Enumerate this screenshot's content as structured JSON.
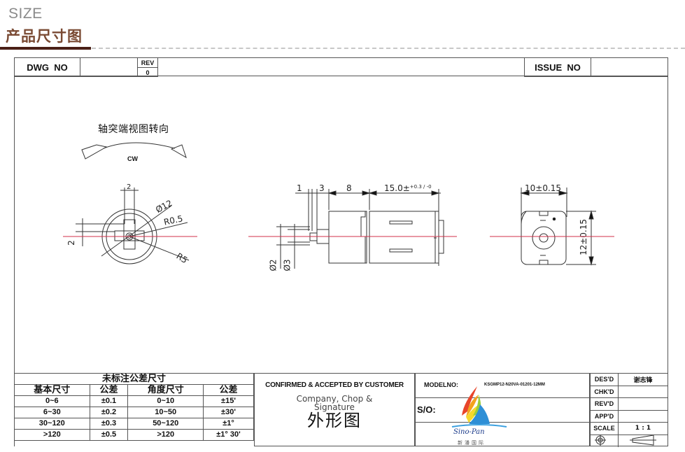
{
  "header": {
    "size_label": "SIZE",
    "title_cn": "产品尺寸图"
  },
  "title_block_top": {
    "dwg_no_label": "DWG  NO",
    "dwg_no_value": "",
    "rev_label": "REV",
    "rev_value": "0",
    "issue_no_label": "ISSUE  NO",
    "issue_no_value": ""
  },
  "drawing": {
    "rotation_title": "轴突端视图转向",
    "rotation_direction": "CW",
    "front_view": {
      "dim_top": "2",
      "dim_left": "2",
      "diameter": "Ø12",
      "radius_small": "R0.5",
      "radius_large": "R5"
    },
    "side_view": {
      "dims_top": [
        "1",
        "3",
        "8",
        "15.0±+0.3/-0"
      ],
      "dim_15_label": "15.0±",
      "dim_15_tol": "+0.3 / -0",
      "shaft_d1": "Ø2",
      "shaft_d2": "Ø3"
    },
    "end_view": {
      "width": "10±0.15",
      "height": "12±0.15"
    },
    "centerline_color": "#d0304a"
  },
  "tolerance_table": {
    "title": "未标注公差尺寸",
    "headers": [
      "基本尺寸",
      "公差",
      "角度尺寸",
      "公差"
    ],
    "rows": [
      [
        "0~6",
        "±0.1",
        "0~10",
        "±15'"
      ],
      [
        "6~30",
        "±0.2",
        "10~50",
        "±30'"
      ],
      [
        "30~120",
        "±0.3",
        "50~120",
        "±1°"
      ],
      [
        ">120",
        "±0.5",
        ">120",
        "±1° 30'"
      ]
    ]
  },
  "confirmation": {
    "heading": "CONFIRMED & ACCEPTED BY CUSTOMER",
    "subtext": "Company, Chop & Signature",
    "drawing_name": "外形图"
  },
  "model": {
    "label": "MODELNO:",
    "value": "KSGMP12-N20VA-01201-12MM",
    "so_label": "S/O:",
    "so_value": ""
  },
  "logo": {
    "text": "Sino-Pan",
    "subtext_cn": "新潘国际"
  },
  "signoff": {
    "rows": [
      {
        "key": "DES'D",
        "value": "谢志锋"
      },
      {
        "key": "CHK'D",
        "value": ""
      },
      {
        "key": "REV'D",
        "value": ""
      },
      {
        "key": "APP'D",
        "value": ""
      },
      {
        "key": "SCALE",
        "value": "1 : 1"
      }
    ],
    "projection_symbol": "third-angle-projection"
  }
}
